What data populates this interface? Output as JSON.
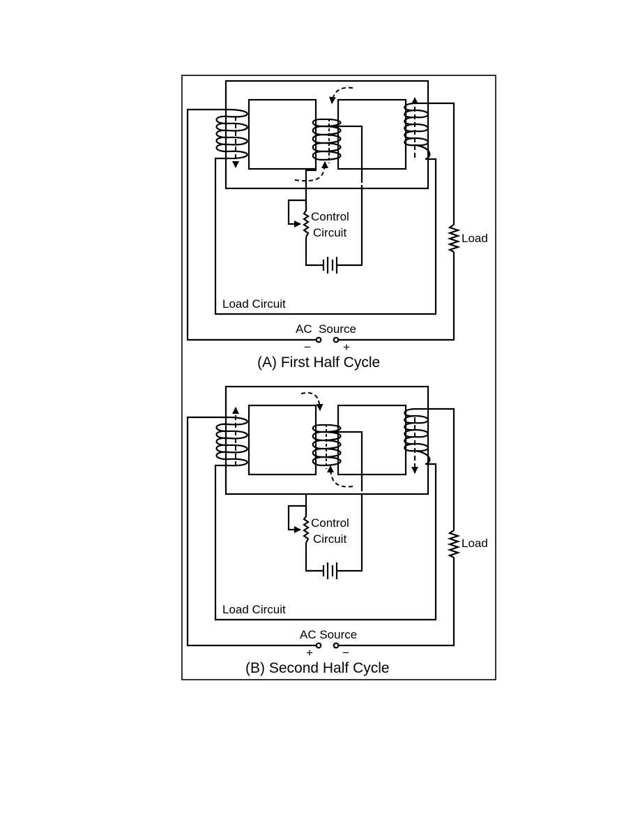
{
  "panels": [
    {
      "id": "a",
      "caption": "(A) First Half Cycle",
      "control_label_line1": "Control",
      "control_label_line2": "Circuit",
      "load_label": "Load",
      "load_circuit_label": "Load Circuit",
      "source_label": "AC  Source",
      "left_terminal_sign": "−",
      "right_terminal_sign": "+",
      "flux_direction": "first-half"
    },
    {
      "id": "b",
      "caption": "(B) Second Half Cycle",
      "control_label_line1": "Control",
      "control_label_line2": "Circuit",
      "load_label": "Load",
      "load_circuit_label": "Load Circuit",
      "source_label": "AC Source",
      "left_terminal_sign": "+",
      "right_terminal_sign": "−",
      "flux_direction": "second-half"
    }
  ],
  "colors": {
    "line": "#000000",
    "background": "#ffffff"
  },
  "icons": [
    "coil-icon",
    "resistor-icon",
    "battery-icon",
    "terminal-icon",
    "flux-arrow-icon"
  ]
}
